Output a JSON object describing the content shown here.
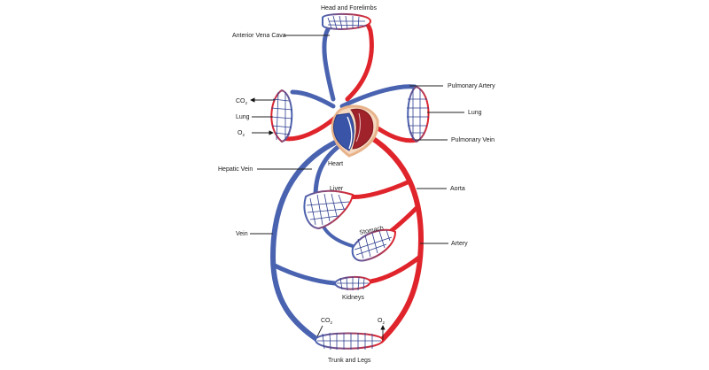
{
  "labels": {
    "head_forelimbs": "Head and Forelimbs",
    "anterior_vena_cava": "Anterior Vena Cava",
    "pulmonary_artery": "Pulmonary Artery",
    "co2_left": "CO",
    "co2_left_sub": "2",
    "lung_left": "Lung",
    "o2_left": "O",
    "o2_left_sub": "2",
    "lung_right": "Lung",
    "heart": "Heart",
    "pulmonary_vein": "Pulmonary Vein",
    "hepatic_vein": "Hepatic Vein",
    "liver": "Liver",
    "aorta": "Aorta",
    "stomach": "Stomach",
    "vein": "Vein",
    "artery": "Artery",
    "kidneys": "Kidneys",
    "co2_bottom": "CO",
    "co2_bottom_sub": "2",
    "o2_bottom": "O",
    "o2_bottom_sub": "2",
    "trunk_legs": "Trunk and Legs"
  },
  "colors": {
    "oxygenated": "#e0242b",
    "deoxygenated": "#4a63b0",
    "heart_outline": "#e8b38a"
  }
}
